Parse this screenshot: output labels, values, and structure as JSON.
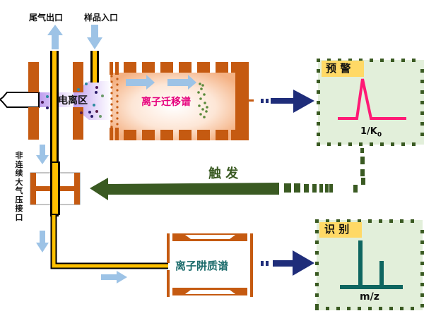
{
  "labels": {
    "exhaust_outlet": "尾气出口",
    "sample_inlet": "样品入口",
    "ionization_zone": "电离区",
    "ion_mobility": "离子迁移谱",
    "trigger": "触 发",
    "discontinuous_interface": "非连续大气压接口",
    "ion_trap_ms": "离子阱质谱"
  },
  "panels": {
    "warning": {
      "title": "预 警",
      "axis_label": "1/K",
      "axis_subscript": "0"
    },
    "identify": {
      "title": "识 别",
      "axis_label": "m/z"
    }
  },
  "colors": {
    "electrode": "#c55a11",
    "tube": "#ffc000",
    "flow_arrow": "#9dc3e6",
    "dark_arrow": "#1f2d7a",
    "trigger_arrow": "#3a5a22",
    "panel_bg": "#e2efda",
    "panel_title_bg": "#ffd966",
    "peak_pink": "#ff1a75",
    "peak_teal": "#0e6660",
    "ion_label": "#e6007e",
    "trap_label": "#1b6b6b",
    "ionization_fill": "#c6a8ef"
  }
}
